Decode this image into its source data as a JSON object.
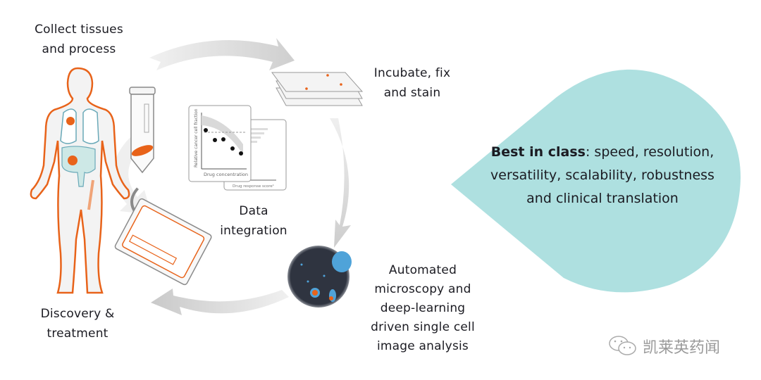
{
  "steps": {
    "collect": {
      "line1": "Collect tissues",
      "line2": "and process"
    },
    "incubate": {
      "line1": "Incubate, fix",
      "line2": "and stain"
    },
    "automated": {
      "line1": "Automated",
      "line2": "microscopy and",
      "line3": "deep-learning",
      "line4": "driven single cell",
      "line5": "image analysis"
    },
    "data": {
      "line1": "Data",
      "line2": "integration"
    },
    "discovery": {
      "line1": "Discovery &",
      "line2": "treatment"
    }
  },
  "callout": {
    "bold": "Best in class",
    "rest": ": speed, resolution, versatility, scalability, robustness and clinical translation",
    "fill_color": "#aee0e0"
  },
  "mini_charts": {
    "front": {
      "ylabel": "Relative cancer cell fraction",
      "xlabel": "Drug concentration"
    },
    "back": {
      "xlabel": "Drug response score¹"
    }
  },
  "watermark": {
    "text": "凯莱英药闻",
    "icon": "wechat-icon"
  },
  "colors": {
    "accent_orange": "#e8631a",
    "organ_teal": "#cde8e6",
    "arrow_gray": "#d9d9d9"
  }
}
